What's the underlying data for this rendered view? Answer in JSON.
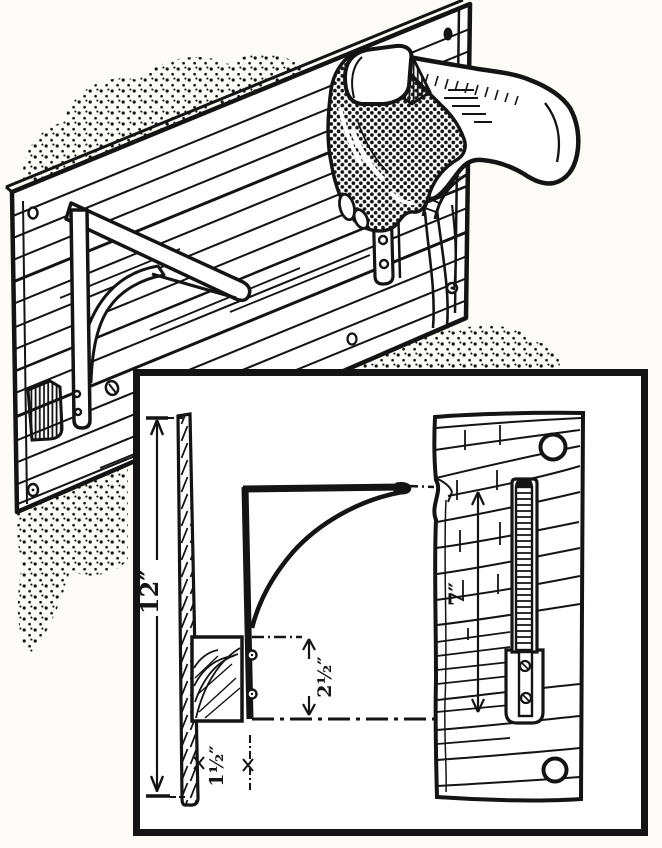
{
  "labels": {
    "board_height": "12″",
    "slot_height": "7″",
    "bracket_drop": "2½″",
    "board_offset": "1½″"
  },
  "colors": {
    "ink": "#141414",
    "paper": "#fcfbf8"
  }
}
